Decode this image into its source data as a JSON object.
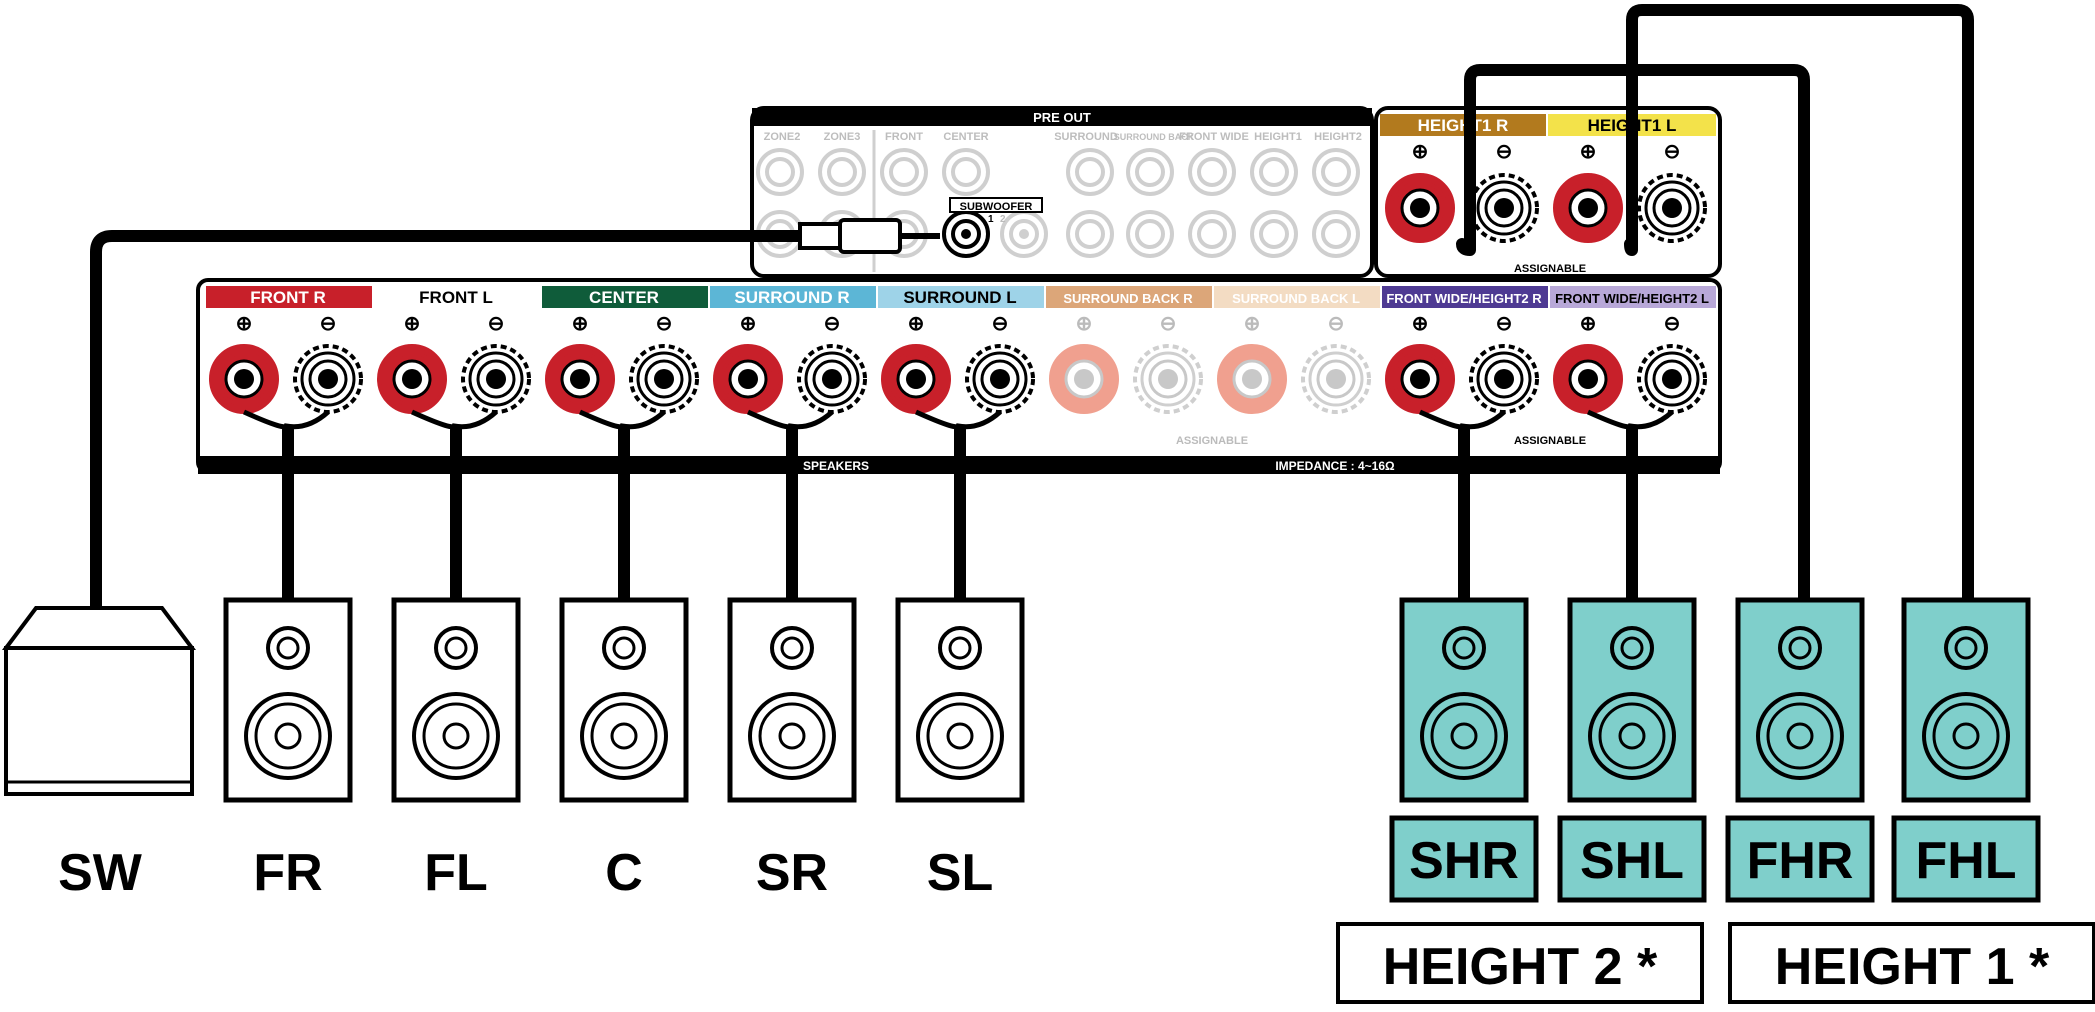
{
  "panel": {
    "pre_out_title": "PRE OUT",
    "pre_out_labels": [
      "ZONE2",
      "ZONE3",
      "FRONT",
      "CENTER",
      "SURROUND",
      "SURROUND BACK",
      "FRONT WIDE",
      "HEIGHT1",
      "HEIGHT2"
    ],
    "subwoofer_label": "SUBWOOFER",
    "subwoofer_numbers": [
      "1",
      "2"
    ],
    "height1_r": "HEIGHT1 R",
    "height1_l": "HEIGHT1 L",
    "assignable": "ASSIGNABLE",
    "speakers_label": "SPEAKERS",
    "impedance": "IMPEDANCE : 4~16Ω",
    "plus": "⊕",
    "minus": "⊖"
  },
  "terminals": [
    {
      "label": "FRONT",
      "side": "R",
      "color": "#c8202a",
      "text": "#ffffff",
      "active": true
    },
    {
      "label": "FRONT",
      "side": "L",
      "color": "#ffffff",
      "text": "#000000",
      "active": true
    },
    {
      "label": "CENTER",
      "side": "",
      "color": "#0f5c3a",
      "text": "#ffffff",
      "active": true
    },
    {
      "label": "SURROUND",
      "side": "R",
      "color": "#5cb6d6",
      "text": "#ffffff",
      "active": true
    },
    {
      "label": "SURROUND",
      "side": "L",
      "color": "#9ed3e8",
      "text": "#000000",
      "active": true
    },
    {
      "label": "SURROUND BACK",
      "side": "R",
      "color": "#dca679",
      "text": "#ffffff",
      "active": false
    },
    {
      "label": "SURROUND BACK",
      "side": "L",
      "color": "#f3dcc3",
      "text": "#ffffff",
      "active": false
    },
    {
      "label": "FRONT WIDE/HEIGHT2",
      "side": "R",
      "color": "#4e3a93",
      "text": "#ffffff",
      "active": true
    },
    {
      "label": "FRONT WIDE/HEIGHT2",
      "side": "L",
      "color": "#b8a8d8",
      "text": "#000000",
      "active": true
    }
  ],
  "height1_colors": {
    "r": "#b27a1e",
    "l": "#f3e24a"
  },
  "speakers": [
    {
      "code": "SW",
      "kind": "subwoofer"
    },
    {
      "code": "FR",
      "kind": "plain"
    },
    {
      "code": "FL",
      "kind": "plain"
    },
    {
      "code": "C",
      "kind": "plain"
    },
    {
      "code": "SR",
      "kind": "plain"
    },
    {
      "code": "SL",
      "kind": "plain"
    },
    {
      "code": "SHR",
      "kind": "teal"
    },
    {
      "code": "SHL",
      "kind": "teal"
    },
    {
      "code": "FHR",
      "kind": "teal"
    },
    {
      "code": "FHL",
      "kind": "teal"
    }
  ],
  "groups": [
    {
      "label": "HEIGHT 2 *"
    },
    {
      "label": "HEIGHT 1 *"
    }
  ],
  "colors": {
    "teal": "#7fcfcb",
    "red": "#c8202a",
    "wire": "#000000"
  }
}
